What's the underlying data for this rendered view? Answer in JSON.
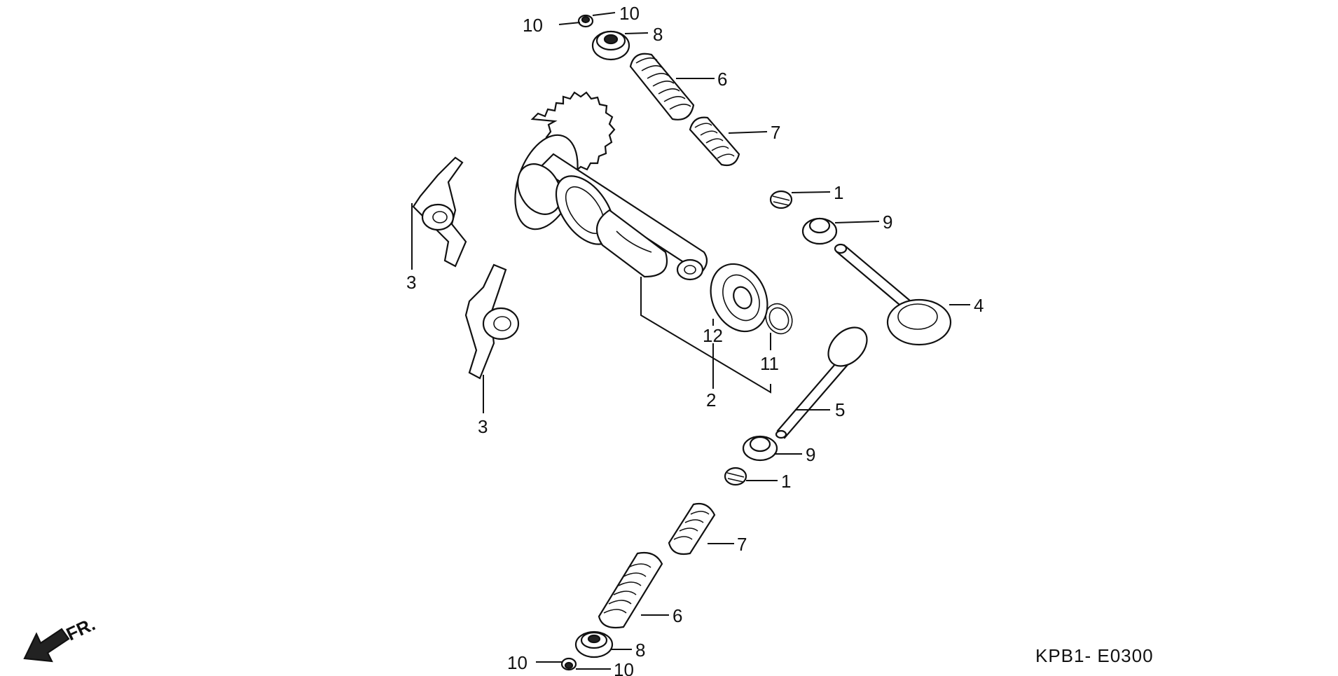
{
  "diagram": {
    "drawing_code": "KPB1- E0300",
    "direction_label": "FR.",
    "callouts": [
      {
        "id": "top-10a",
        "text": "10"
      },
      {
        "id": "top-10b",
        "text": "10"
      },
      {
        "id": "top-8",
        "text": "8"
      },
      {
        "id": "top-6",
        "text": "6"
      },
      {
        "id": "top-7",
        "text": "7"
      },
      {
        "id": "top-1",
        "text": "1"
      },
      {
        "id": "top-9",
        "text": "9"
      },
      {
        "id": "top-4",
        "text": "4"
      },
      {
        "id": "rocker-3a",
        "text": "3"
      },
      {
        "id": "rocker-3b",
        "text": "3"
      },
      {
        "id": "cam-12",
        "text": "12"
      },
      {
        "id": "cam-11",
        "text": "11"
      },
      {
        "id": "cam-2",
        "text": "2"
      },
      {
        "id": "bot-5",
        "text": "5"
      },
      {
        "id": "bot-9",
        "text": "9"
      },
      {
        "id": "bot-1",
        "text": "1"
      },
      {
        "id": "bot-7",
        "text": "7"
      },
      {
        "id": "bot-6",
        "text": "6"
      },
      {
        "id": "bot-8",
        "text": "8"
      },
      {
        "id": "bot-10a",
        "text": "10"
      },
      {
        "id": "bot-10b",
        "text": "10"
      }
    ]
  }
}
